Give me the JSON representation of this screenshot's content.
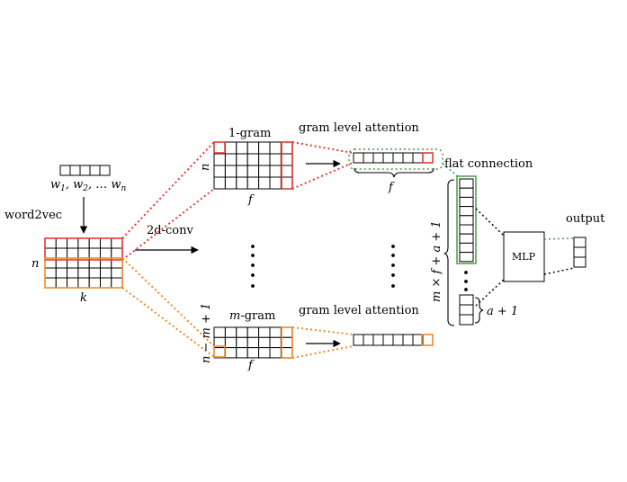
{
  "colors": {
    "red": "#e53935",
    "orange": "#ef8a2a",
    "green": "#4b9a47",
    "black": "#000000"
  },
  "input": {
    "word_seq_prefix": "w",
    "word_seq_sub1": "1",
    "word_seq_sep1": ", w",
    "word_seq_sub2": "2",
    "word_seq_mid": ", … w",
    "word_seq_subn": "n",
    "word2vec_label": "word2vec",
    "rows_label": "n",
    "cols_label": "k"
  },
  "conv": {
    "label": "2d-conv"
  },
  "unigram": {
    "title": "1-gram",
    "rows_label": "n",
    "cols_label": "f"
  },
  "mgram": {
    "title_var": "m",
    "title_suffix": "-gram",
    "rows_label": "n − m + 1",
    "cols_label": "f"
  },
  "attention": {
    "top_label": "gram  level  attention",
    "bottom_label": "gram  level  attention",
    "top_brace_label": "f"
  },
  "flat": {
    "label": "flat  connection",
    "size_label": "m × f + a + 1",
    "tail_label": "a + 1"
  },
  "mlp": {
    "label": "MLP"
  },
  "output": {
    "label": "output"
  }
}
